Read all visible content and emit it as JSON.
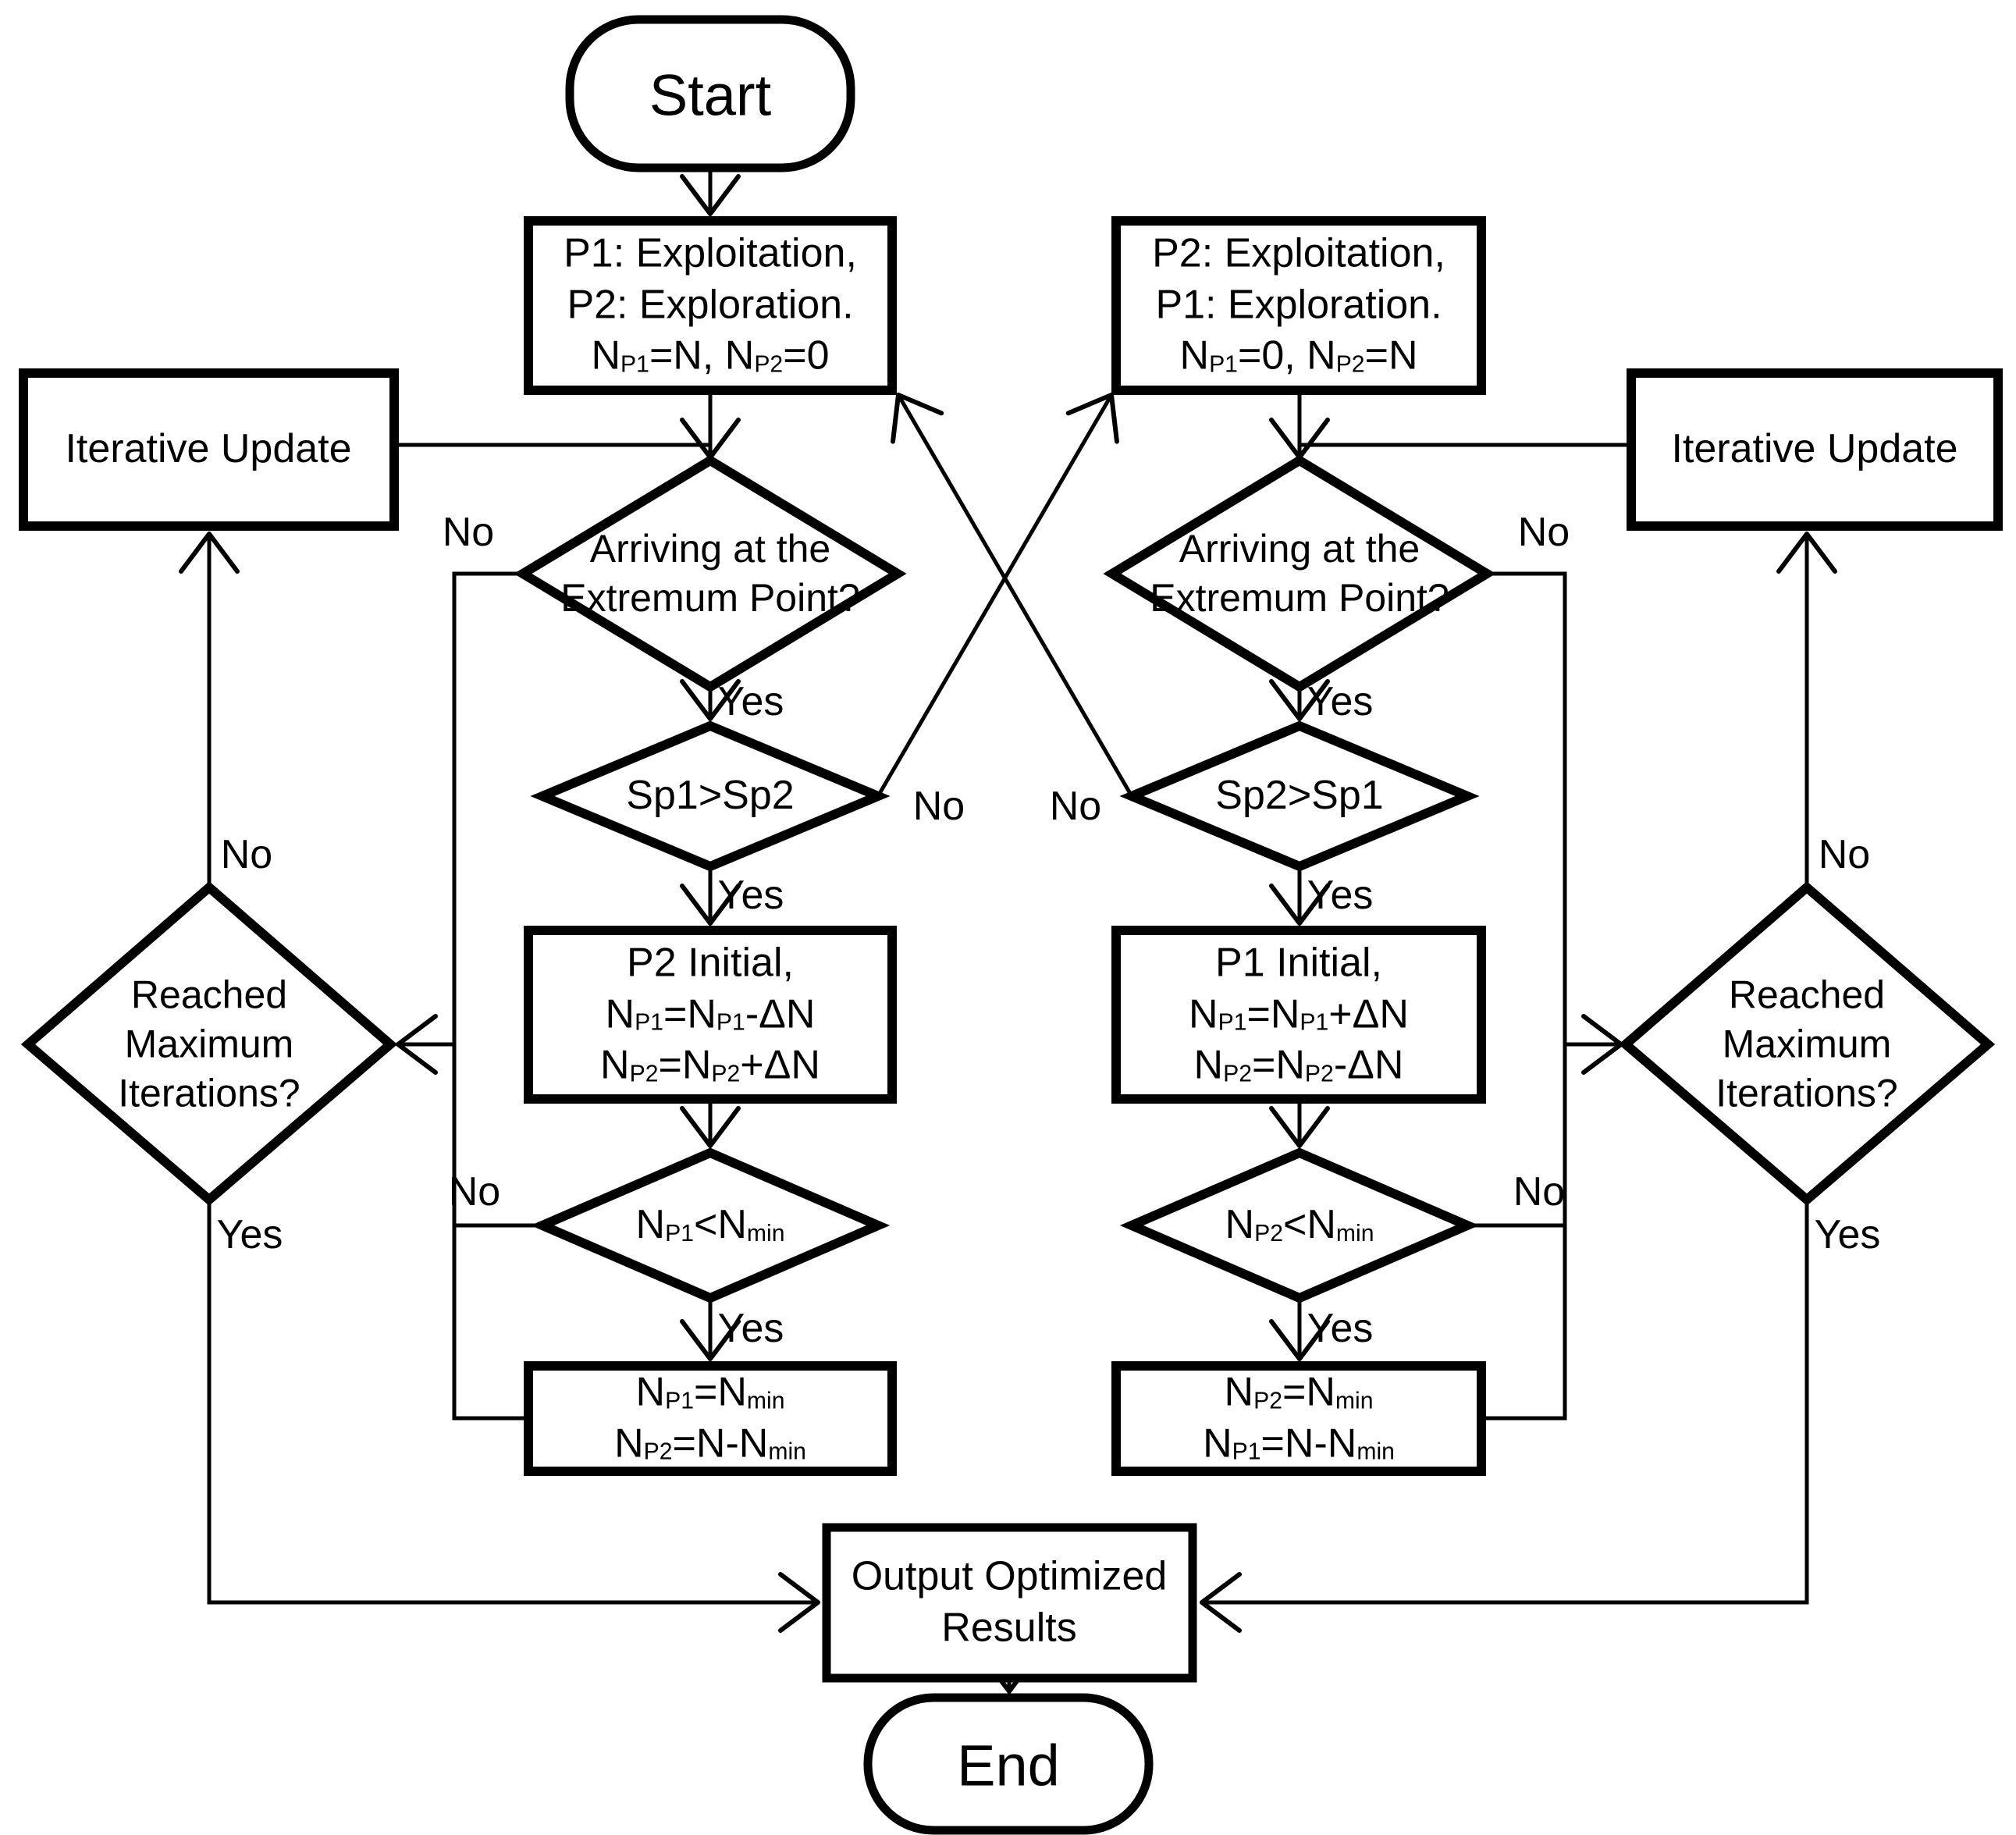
{
  "colors": {
    "background": "#ffffff",
    "line": "#000000",
    "text": "#000000"
  },
  "nodes": {
    "start": {
      "label": "Start"
    },
    "p1_setup": {
      "lines": [
        "P1: Exploitation,",
        "P2: Exploration.",
        "N_{P1}=N, N_{P2}=0"
      ]
    },
    "p2_setup": {
      "lines": [
        "P2: Exploitation,",
        "P1: Exploration.",
        "N_{P1}=0, N_{P2}=N"
      ]
    },
    "iterative_update_left": {
      "label": "Iterative Update"
    },
    "iterative_update_right": {
      "label": "Iterative Update"
    },
    "extremum_left": {
      "lines": [
        "Arriving at the",
        "Extremum Point?"
      ]
    },
    "extremum_right": {
      "lines": [
        "Arriving at the",
        "Extremum Point?"
      ]
    },
    "sp_compare_left": {
      "label": "Sp1>Sp2"
    },
    "sp_compare_right": {
      "label": "Sp2>Sp1"
    },
    "p2_initial": {
      "lines": [
        "P2 Initial,",
        "N_{P1}=N_{P1}-ΔN",
        "N_{P2}=N_{P2}+ΔN"
      ]
    },
    "p1_initial": {
      "lines": [
        "P1 Initial,",
        "N_{P1}=N_{P1}+ΔN",
        "N_{P2}=N_{P2}-ΔN"
      ]
    },
    "nmin_check_left": {
      "label": "N_{P1}<N_{min}"
    },
    "nmin_check_right": {
      "label": "N_{P2}<N_{min}"
    },
    "nmin_set_left": {
      "lines": [
        "N_{P1}=N_{min}",
        "N_{P2}=N-N_{min}"
      ]
    },
    "nmin_set_right": {
      "lines": [
        "N_{P2}=N_{min}",
        "N_{P1}=N-N_{min}"
      ]
    },
    "reached_left": {
      "lines": [
        "Reached",
        "Maximum",
        "Iterations?"
      ]
    },
    "reached_right": {
      "lines": [
        "Reached",
        "Maximum",
        "Iterations?"
      ]
    },
    "output": {
      "lines": [
        "Output Optimized",
        "Results"
      ]
    },
    "end": {
      "label": "End"
    }
  },
  "edge_labels": {
    "extremum_left_yes": "Yes",
    "extremum_left_no": "No",
    "extremum_right_yes": "Yes",
    "extremum_right_no": "No",
    "sp_left_yes": "Yes",
    "sp_left_no": "No",
    "sp_right_yes": "Yes",
    "sp_right_no": "No",
    "nmin_left_yes": "Yes",
    "nmin_left_no": "No",
    "nmin_right_yes": "Yes",
    "nmin_right_no": "No",
    "reached_left_yes": "Yes",
    "reached_left_no": "No",
    "reached_right_yes": "Yes",
    "reached_right_no": "No"
  }
}
